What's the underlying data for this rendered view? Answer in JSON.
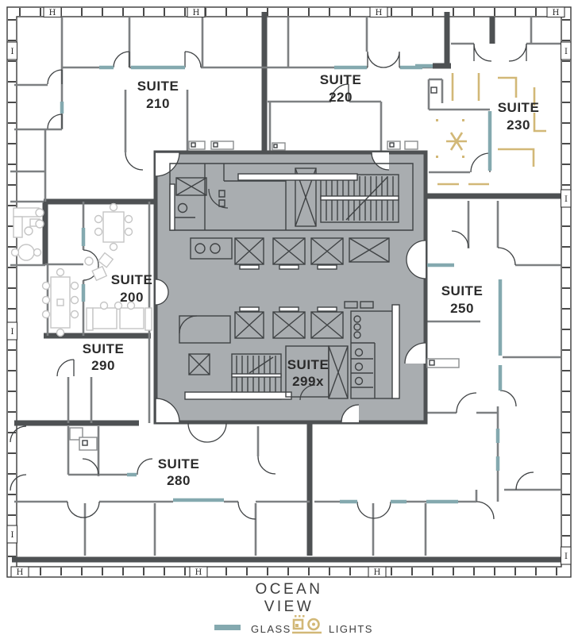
{
  "plan": {
    "suite_word": "SUITE",
    "suites": [
      {
        "number": "210"
      },
      {
        "number": "220"
      },
      {
        "number": "230"
      },
      {
        "number": "200"
      },
      {
        "number": "250"
      },
      {
        "number": "290"
      },
      {
        "number": "299x"
      },
      {
        "number": "280"
      }
    ],
    "view": {
      "line1": "OCEAN",
      "line2": "VIEW"
    },
    "legend": {
      "glass": "GLASS",
      "lights": "LIGHTS"
    },
    "markers": {
      "horizontal": "H",
      "vertical": "I"
    },
    "colors": {
      "glass": "#84a9af",
      "lights": "#d2b877",
      "core_fill": "#a9adb0",
      "wall_dark": "#4e5153",
      "wall_medium": "#7d8082",
      "label_text": "#2b2b2b"
    }
  }
}
